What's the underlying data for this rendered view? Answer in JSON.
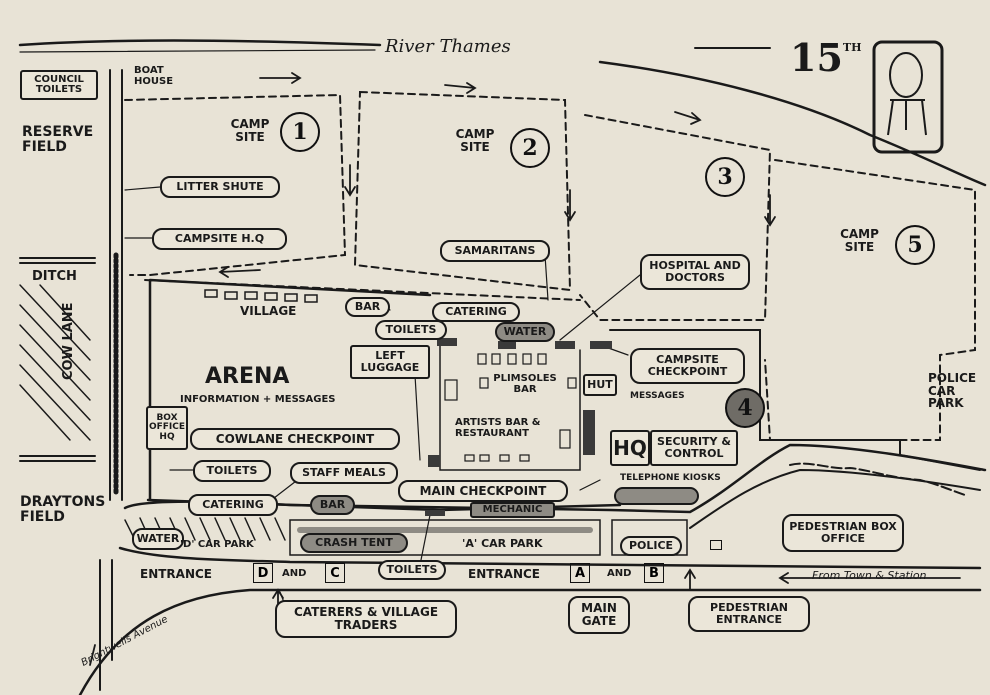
{
  "title": {
    "number": "15",
    "suffix": "TH"
  },
  "river": "River Thames",
  "top_left": {
    "council_toilets": "COUNCIL TOILETS",
    "boat_house": "BOAT HOUSE",
    "reserve_field": "RESERVE FIELD",
    "ditch": "DITCH",
    "cow_lane": "COW LANE",
    "draytons_field": "DRAYTONS FIELD"
  },
  "campsites": [
    {
      "label": "CAMP SITE",
      "number": "1"
    },
    {
      "label": "CAMP SITE",
      "number": "2"
    },
    {
      "label": "",
      "number": "3"
    },
    {
      "label": "CAMP SITE",
      "number": "5"
    }
  ],
  "area4": {
    "number": "4"
  },
  "labels": {
    "litter_shute": "LITTER SHUTE",
    "campsite_hq": "CAMPSITE H.Q",
    "samaritans": "SAMARITANS",
    "hospital": "HOSPITAL and DOCTORS",
    "village": "VILLAGE",
    "bar_top": "BAR",
    "catering_top": "CATERING",
    "toilets_top": "TOILETS",
    "water_top": "WATER",
    "left_luggage": "LEFT LUGGAGE",
    "arena": "ARENA",
    "info_messages": "INFORMATION + MESSAGES",
    "plimsoles_bar": "PLIMSOLES BAR",
    "hut": "HUT",
    "campsite_checkpoint": "CAMPSITE CHECKPOINT",
    "messages": "MESSAGES",
    "box_office_hq": "BOX OFFICE HQ",
    "artists_bar": "ARTISTS BAR & RESTAURANT",
    "hq": "HQ",
    "security_control": "SECURITY & CONTROL",
    "police_car_park": "POLICE CAR PARK",
    "cowlane_checkpoint": "COWLANE CHECKPOINT",
    "toilets_left": "TOILETS",
    "staff_meals": "STAFF MEALS",
    "telephone_kiosks": "TELEPHONE KIOSKS",
    "catering_left": "CATERING",
    "bar_mid": "BAR",
    "main_checkpoint": "MAIN CHECKPOINT",
    "mechanic": "MECHANIC",
    "water_left": "WATER",
    "d_car_park": "'D' CAR PARK",
    "crash_tent": "CRASH TENT",
    "a_car_park": "'A' CAR PARK",
    "police": "POLICE",
    "pedestrian_box_office": "PEDESTRIAN BOX OFFICE",
    "entrance_left": "ENTRANCE",
    "gate_d": "D",
    "and_left": "AND",
    "gate_c": "C",
    "toilets_bottom": "TOILETS",
    "entrance_right": "ENTRANCE",
    "gate_a": "A",
    "and_right": "AND",
    "gate_b": "B",
    "from_town": "From Town & Station",
    "caterers": "CATERERS & VILLAGE TRADERS",
    "main_gate": "MAIN GATE",
    "pedestrian_entrance": "PEDESTRIAN ENTRANCE",
    "bridge_avenue": "Brightwells Avenue"
  },
  "colors": {
    "paper": "#e8e3d6",
    "ink": "#1a1a1a",
    "shade": "#8e8b84"
  }
}
